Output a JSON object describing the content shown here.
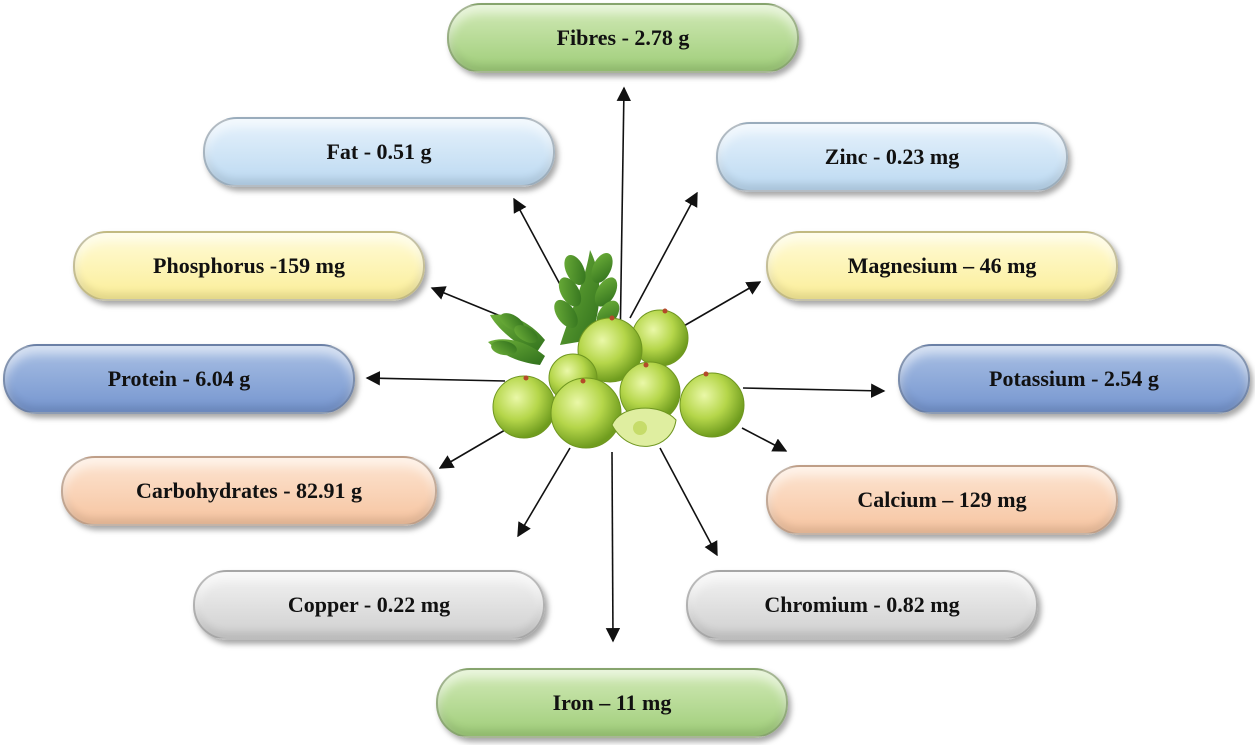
{
  "nutrients": {
    "fibres": "Fibres - 2.78 g",
    "fat": "Fat - 0.51 g",
    "zinc": "Zinc - 0.23 mg",
    "phosphorus": "Phosphorus -159 mg",
    "magnesium": "Magnesium – 46 mg",
    "protein": "Protein - 6.04 g",
    "potassium": "Potassium - 2.54 g",
    "carbohydrates": "Carbohydrates - 82.91 g",
    "calcium": "Calcium – 129 mg",
    "copper": "Copper - 0.22 mg",
    "chromium": "Chromium - 0.82 mg",
    "iron": "Iron – 11 mg"
  },
  "center_image": {
    "subject": "amla-fruit-with-leaves"
  },
  "colors": {
    "green": "#b8dc95",
    "light_blue": "#cfe4f6",
    "yellow": "#fdf4b4",
    "blue": "#8aa8dc",
    "peach": "#f9d3b6",
    "gray": "#e0e0e0",
    "arrow": "#111111"
  }
}
